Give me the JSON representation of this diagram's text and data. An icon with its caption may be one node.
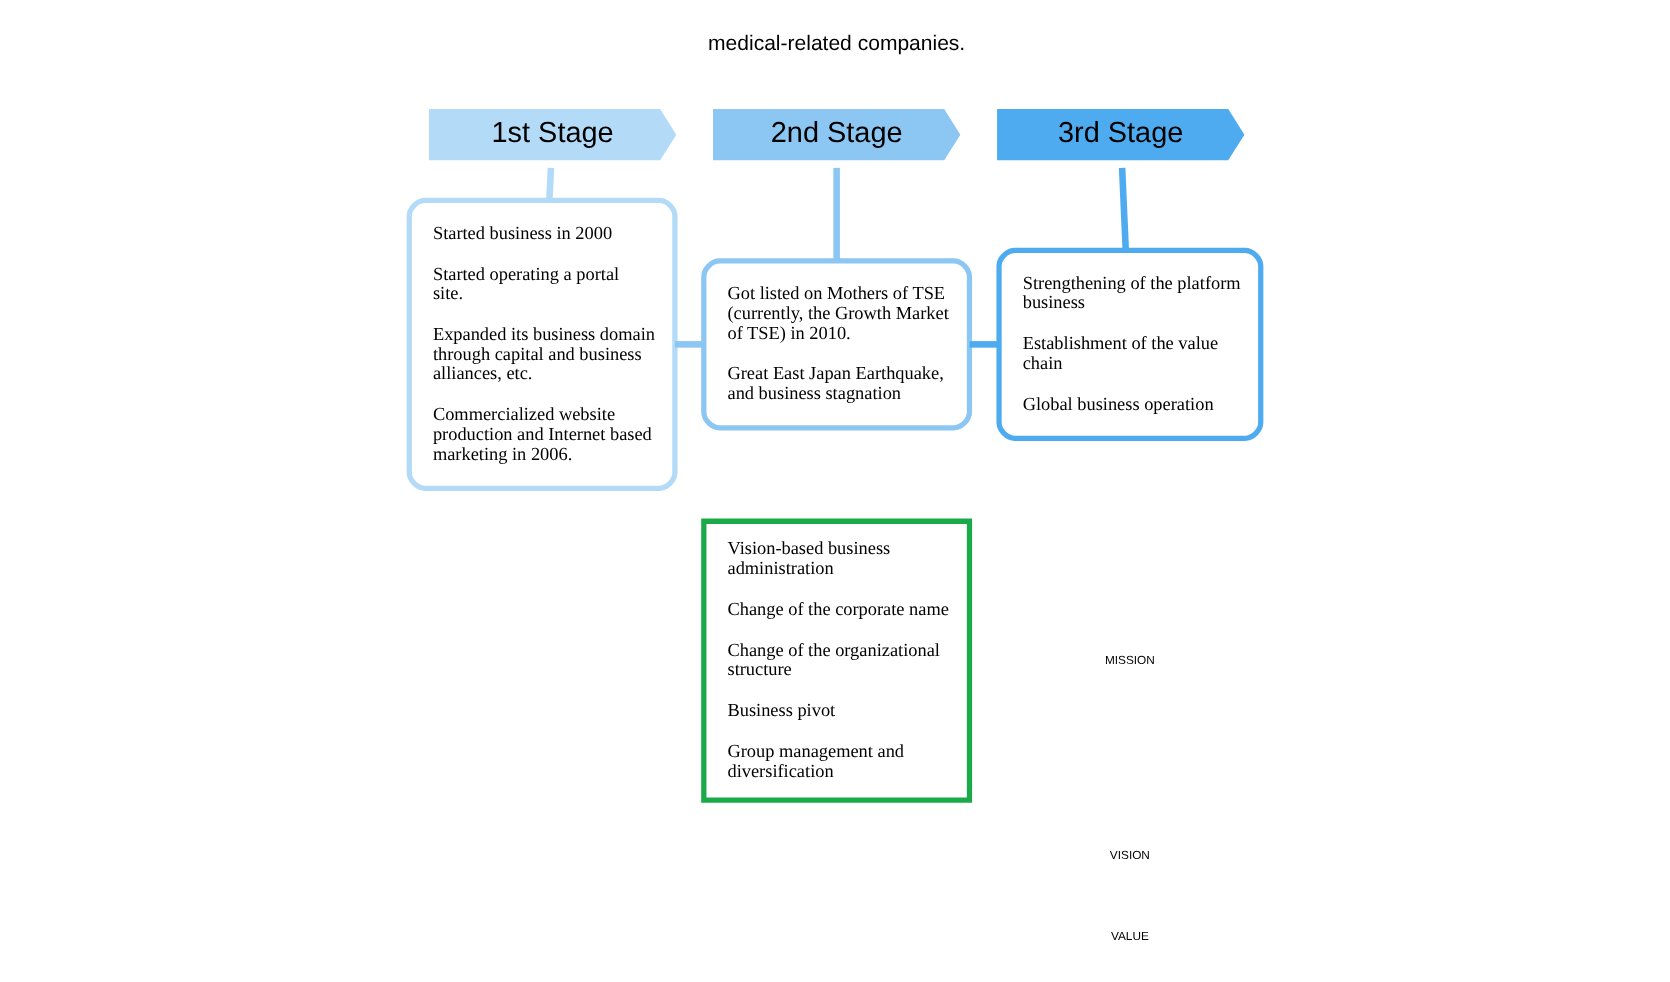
{
  "diagram": {
    "nodes": [
      {
        "text": [
          "1st Stage"
        ]
      },
      {
        "text": [
          "2nd Stage"
        ]
      },
      {
        "text": [
          "3rd Stage"
        ]
      },
      {
        "text": [
          "Started business in 2000",
          "Started operating a portal site.",
          "Expanded its business domain through capital and business alliances, etc.",
          "Commercialized website production and Internet based marketing in 2006."
        ]
      },
      {
        "text": [
          "Got listed on Mothers of TSE (currently, the Growth Market of TSE) in 2010.",
          "Great East Japan Earthquake, and business stagnation"
        ]
      },
      {
        "text": [
          "Strengthening of the platform business",
          "Establishment of the value chain",
          "Global business operation"
        ]
      },
      {
        "text": [
          "Vision-based business administration",
          "Change of the corporate name",
          "Change of the organizational structure",
          "Business pivot",
          "Group management and diversification"
        ]
      }
    ],
    "edges": [
      {
        "from": 0,
        "to": 3,
        "arrow": "none"
      },
      {
        "from": 1,
        "to": 4,
        "arrow": "none"
      },
      {
        "from": 2,
        "to": 5,
        "arrow": "none"
      },
      {
        "from": 3,
        "to": 4,
        "arrow": "none"
      },
      {
        "from": 4,
        "to": 5,
        "arrow": "none"
      }
    ],
    "labels": [
      "medical-related companies.",
      "MISSION",
      "VISION",
      "VALUE"
    ]
  }
}
